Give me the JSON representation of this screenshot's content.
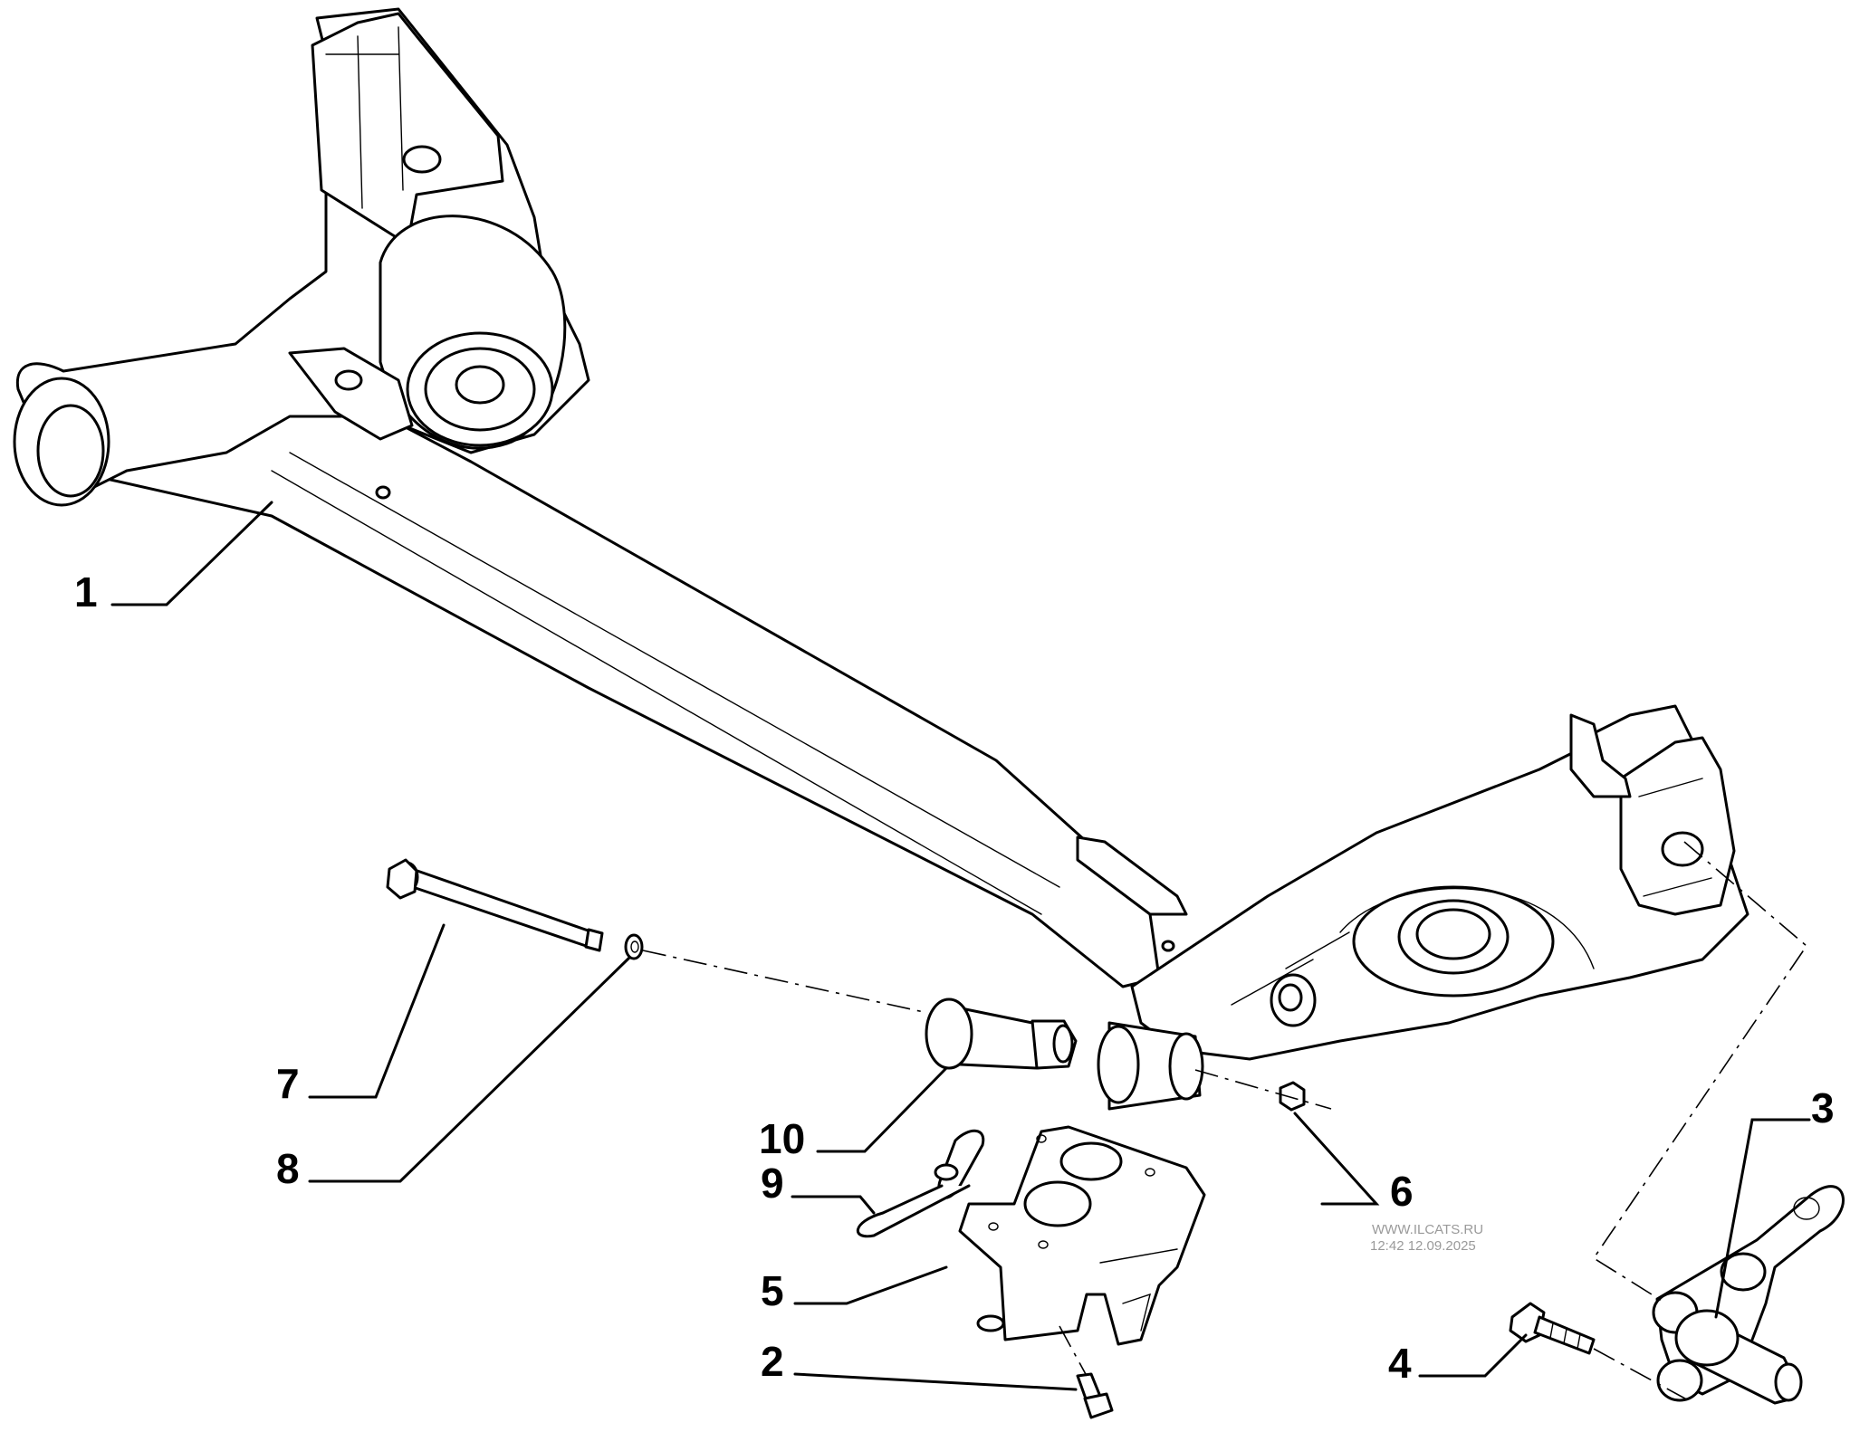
{
  "callouts": [
    "1",
    "2",
    "3",
    "4",
    "5",
    "6",
    "7",
    "8",
    "9",
    "10"
  ],
  "watermark": {
    "line1": "WWW.ILCATS.RU",
    "line2": "12:42 12.09.2025"
  }
}
